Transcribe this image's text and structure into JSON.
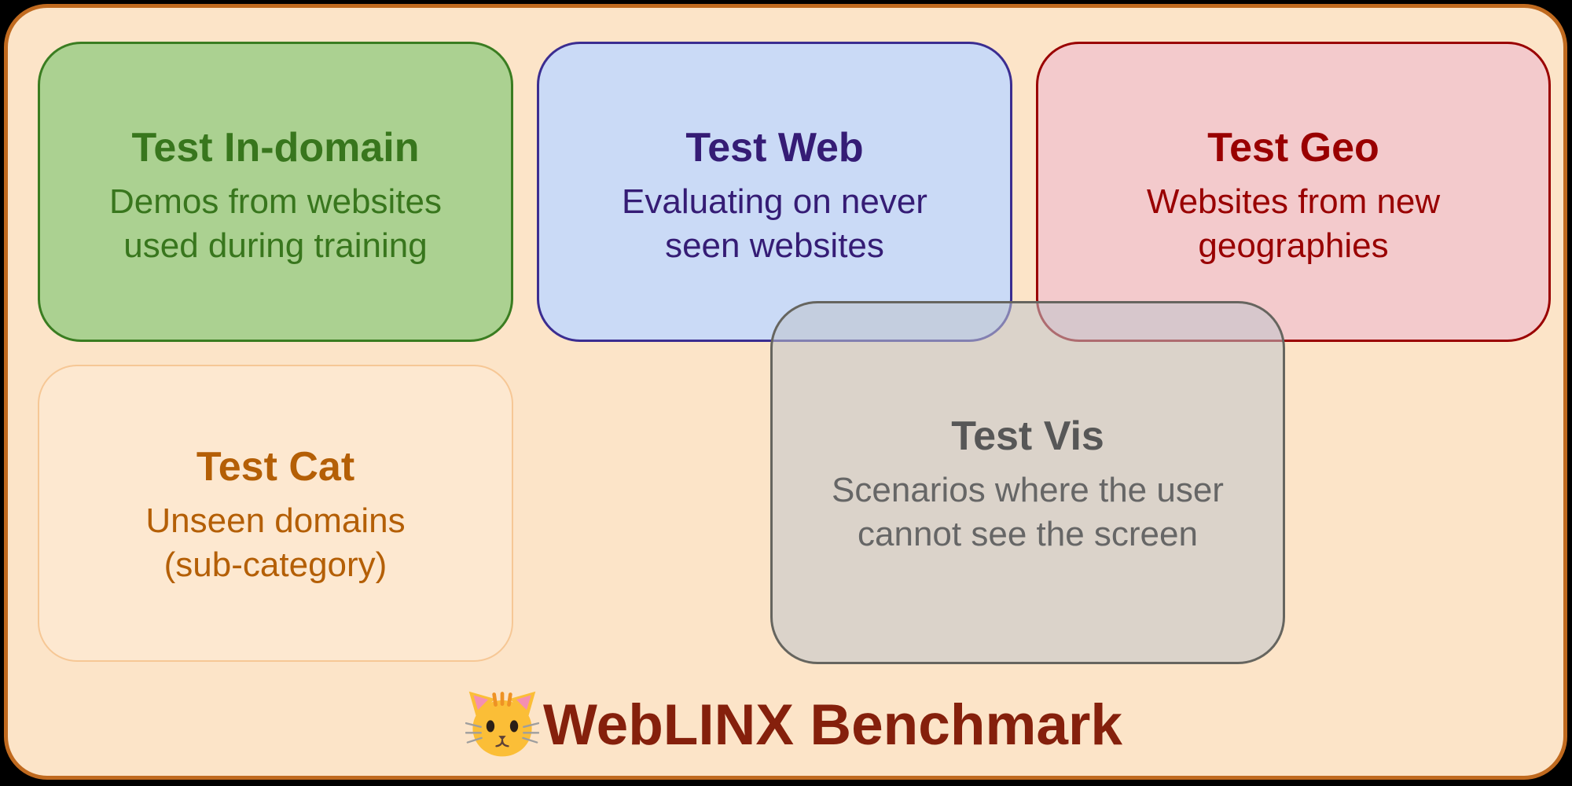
{
  "figure": {
    "page_background": "#000000",
    "canvas_fill": "#fce4c8",
    "canvas_border": "#c06a1f"
  },
  "boxes": {
    "in_domain": {
      "title": "Test In-domain",
      "line1": "Demos from websites",
      "line2": "used during training",
      "fill": "#abd191",
      "border": "#3a7d21",
      "text_color": "#38761d"
    },
    "web": {
      "title": "Test Web",
      "line1": "Evaluating on never",
      "line2": "seen websites",
      "fill": "#cadaf6",
      "border": "#3b2d91",
      "text_color": "#351c75"
    },
    "geo": {
      "title": "Test Geo",
      "line1": "Websites from new",
      "line2": "geographies",
      "fill": "#f3cacc",
      "border": "#9a0000",
      "text_color": "#990000"
    },
    "cat": {
      "title": "Test Cat",
      "line1": "Unseen domains",
      "line2": "(sub-category)",
      "fill": "#fde8d0",
      "border": "#f6c795",
      "text_color": "#b45f06"
    },
    "vis": {
      "title": "Test Vis",
      "line1": "Scenarios where the user",
      "line2": "cannot see the screen",
      "fill": "rgba(192,196,204,0.55)",
      "border": "#66655f",
      "text_color": "#595959"
    }
  },
  "footer": {
    "icon": "cat-face-emoji",
    "icon_char": "🐱",
    "title": "WebLINX Benchmark",
    "text_color": "#85200c"
  }
}
